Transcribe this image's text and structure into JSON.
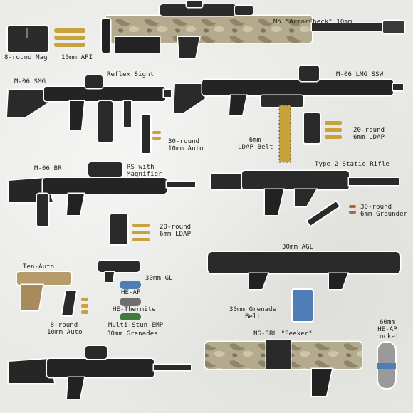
{
  "colors": {
    "background": "#e9e9e6",
    "gun_black": "#2a2a2a",
    "gun_dark": "#1a1a1a",
    "camo_tan": "#b4ab8f",
    "pistol_tan": "#b79b6a",
    "brass": "#c8a23c",
    "copper": "#b8643a",
    "hedp_blue": "#4f7db8",
    "outline": "#ffffff"
  },
  "labels": {
    "m5_rifle": "M5 \"ArmorCheck\" 10mm",
    "m5_mag": "8-round Mag",
    "m5_ammo": "10mm API",
    "smg": "M-06 SMG",
    "reflex_sight": "Reflex Sight",
    "smg_mag_line1": "30-round",
    "smg_mag_line2": "10mm Auto",
    "lmg": "M-06 LMG SSW",
    "lmg_belt_line1": "6mm",
    "lmg_belt_line2": "LDAP Belt",
    "lmg_mag_line1": "20-round",
    "lmg_mag_line2": "6mm LDAP",
    "br": "M-06 BR",
    "rs_magnifier_line1": "RS with",
    "rs_magnifier_line2": "Magnifier",
    "br_mag_line1": "20-round",
    "br_mag_line2": "6mm LDAP",
    "type2": "Type 2 Static Rifle",
    "type2_mag_line1": "30-round",
    "type2_mag_line2": "6mm Grounder",
    "pistol": "Ten-Auto",
    "pistol_mag_line1": "8-round",
    "pistol_mag_line2": "10mm Auto",
    "gl": "30mm GL",
    "he_ap": "HE-AP",
    "he_thermite": "HE-Thermite",
    "multi_stun": "Multi-Stun EMP",
    "grenades": "30mm Grenades",
    "agl": "30mm AGL",
    "agl_belt_line1": "30mm Grenade",
    "agl_belt_line2": "Belt",
    "seeker": "NG-SRL \"Seeker\"",
    "rocket_line1": "60mm",
    "rocket_line2": "HE-AP",
    "rocket_line3": "rocket"
  }
}
